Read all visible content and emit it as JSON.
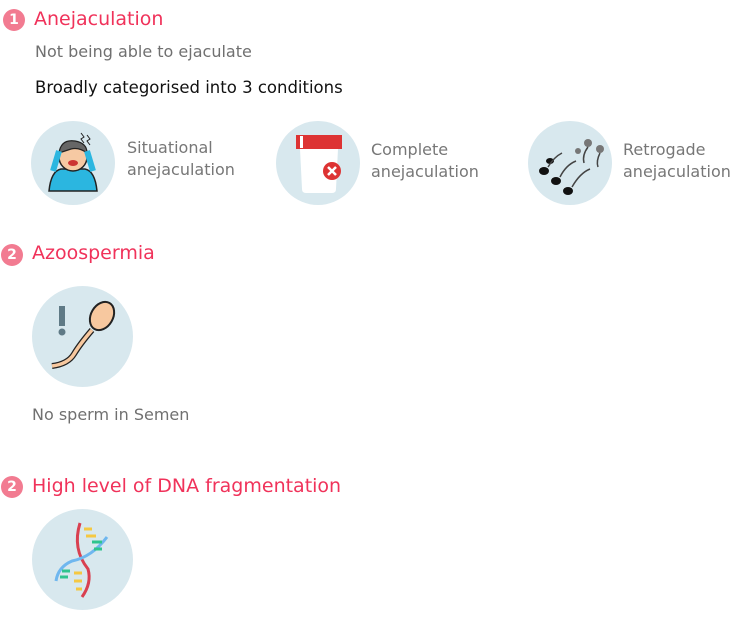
{
  "sections": [
    {
      "badge": "1",
      "title": "Anejaculation",
      "description": "Not being able to ejaculate",
      "subheading": "Broadly categorised into 3 conditions",
      "conditions": [
        {
          "line1": "Situational",
          "line2": "anejaculation",
          "icon": "stressed-man-icon"
        },
        {
          "line1": "Complete",
          "line2": "anejaculation",
          "icon": "empty-container-icon"
        },
        {
          "line1": "Retrogade",
          "line2": "anejaculation",
          "icon": "sperm-group-icon"
        }
      ]
    },
    {
      "badge": "2",
      "title": "Azoospermia",
      "caption": "No sperm in Semen",
      "icon": "sperm-alert-icon"
    },
    {
      "badge": "2",
      "title": "High level of DNA fragmentation",
      "icon": "dna-icon"
    }
  ]
}
